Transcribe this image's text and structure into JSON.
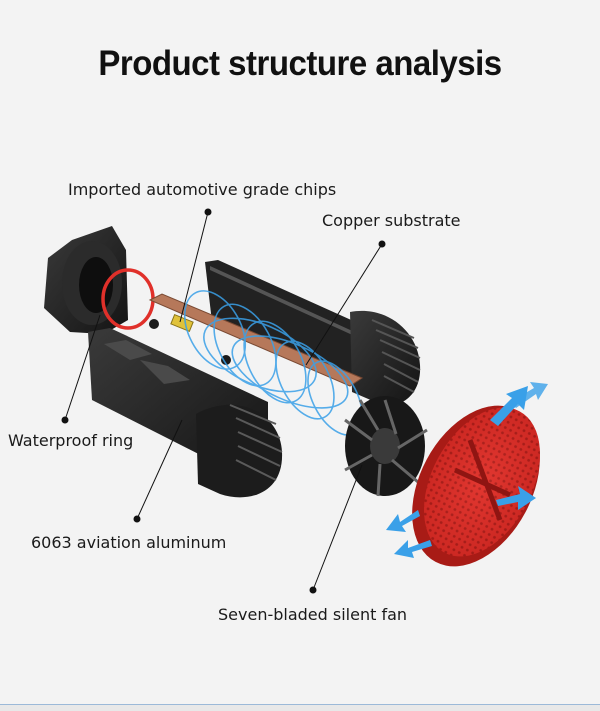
{
  "title": "Product structure analysis",
  "labels": {
    "chips": "Imported automotive grade chips",
    "substrate": "Copper substrate",
    "ring": "Waterproof ring",
    "aluminum": "6063 aviation aluminum",
    "fan": "Seven-bladed silent fan"
  },
  "colors": {
    "body": "#1f1f1f",
    "ring": "#e0302a",
    "substrate": "#b6785a",
    "chip": "#e0c23a",
    "airflow": "#3aa0e8",
    "heatsink_cap": "#d72a24"
  }
}
